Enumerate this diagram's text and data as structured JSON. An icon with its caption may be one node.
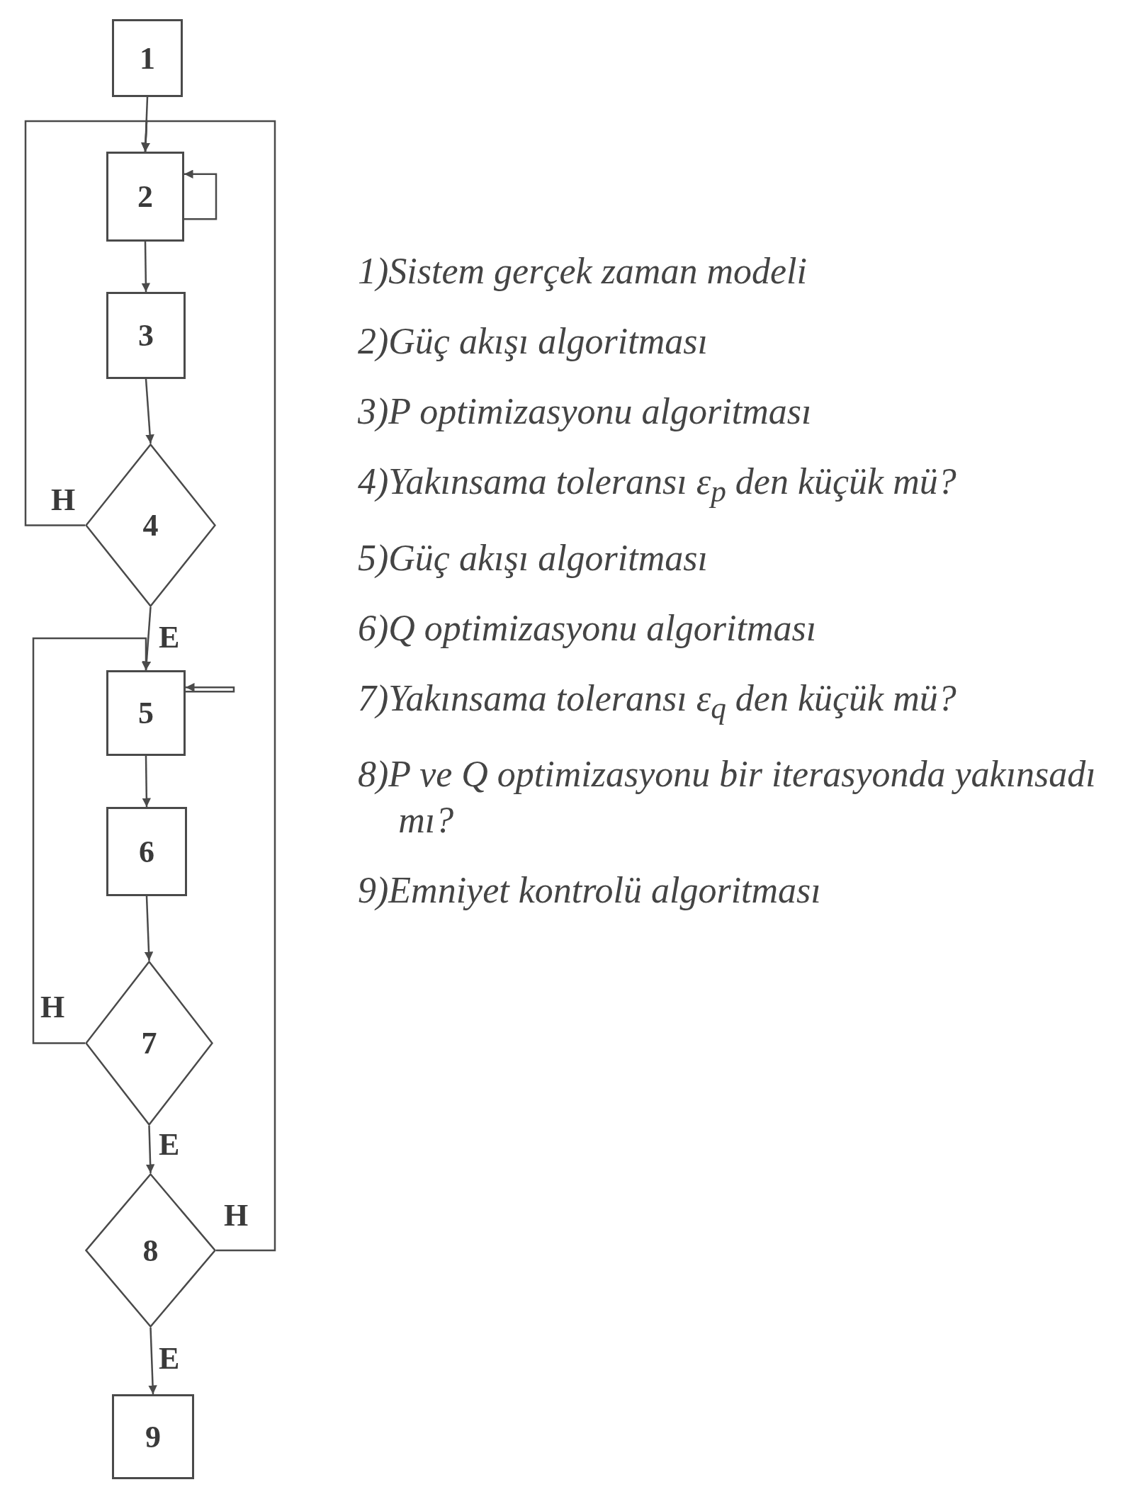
{
  "diagram": {
    "nodes": [
      {
        "text": [
          "1"
        ]
      },
      {
        "text": [
          "2"
        ]
      },
      {
        "text": [
          "3"
        ]
      },
      {
        "text": [
          "4"
        ]
      },
      {
        "text": [
          "5"
        ]
      },
      {
        "text": [
          "6"
        ]
      },
      {
        "text": [
          "7"
        ]
      },
      {
        "text": [
          "8"
        ]
      },
      {
        "text": [
          "9"
        ]
      }
    ],
    "edges": [
      {
        "from": 0,
        "to": 1,
        "arrow": "to"
      },
      {
        "from": 1,
        "to": 1,
        "arrow": "to"
      },
      {
        "from": 1,
        "to": 2,
        "arrow": "to"
      },
      {
        "from": 2,
        "to": 3,
        "arrow": "to"
      },
      {
        "from": 3,
        "to": 1,
        "arrow": "to",
        "label": "H"
      },
      {
        "from": 3,
        "to": 4,
        "arrow": "to",
        "label": "E"
      },
      {
        "from": 4,
        "to": 4,
        "arrow": "to"
      },
      {
        "from": 4,
        "to": 5,
        "arrow": "to"
      },
      {
        "from": 5,
        "to": 6,
        "arrow": "to"
      },
      {
        "from": 6,
        "to": 4,
        "arrow": "to",
        "label": "H"
      },
      {
        "from": 6,
        "to": 7,
        "arrow": "to",
        "label": "E"
      },
      {
        "from": 7,
        "to": 1,
        "arrow": "to",
        "label": "H"
      },
      {
        "from": 7,
        "to": 8,
        "arrow": "to",
        "label": "E"
      }
    ],
    "labels": [
      "1)Sistem gerçek zaman modeli",
      "2)Güç akışı algoritması",
      "3)P optimizasyonu algoritması",
      "4)Yakınsama toleransı ε$_{p}$ den küçük mü?",
      "5)Güç akışı algoritması",
      "6)Q optimizasyonu algoritması",
      "7)Yakınsama toleransı ε$_{q}$ den küçük mü?",
      "8)P ve Q optimizasyonu bir iterasyonda yakınsadı mı?",
      "9)Emniyet kontrolü algoritması"
    ]
  }
}
